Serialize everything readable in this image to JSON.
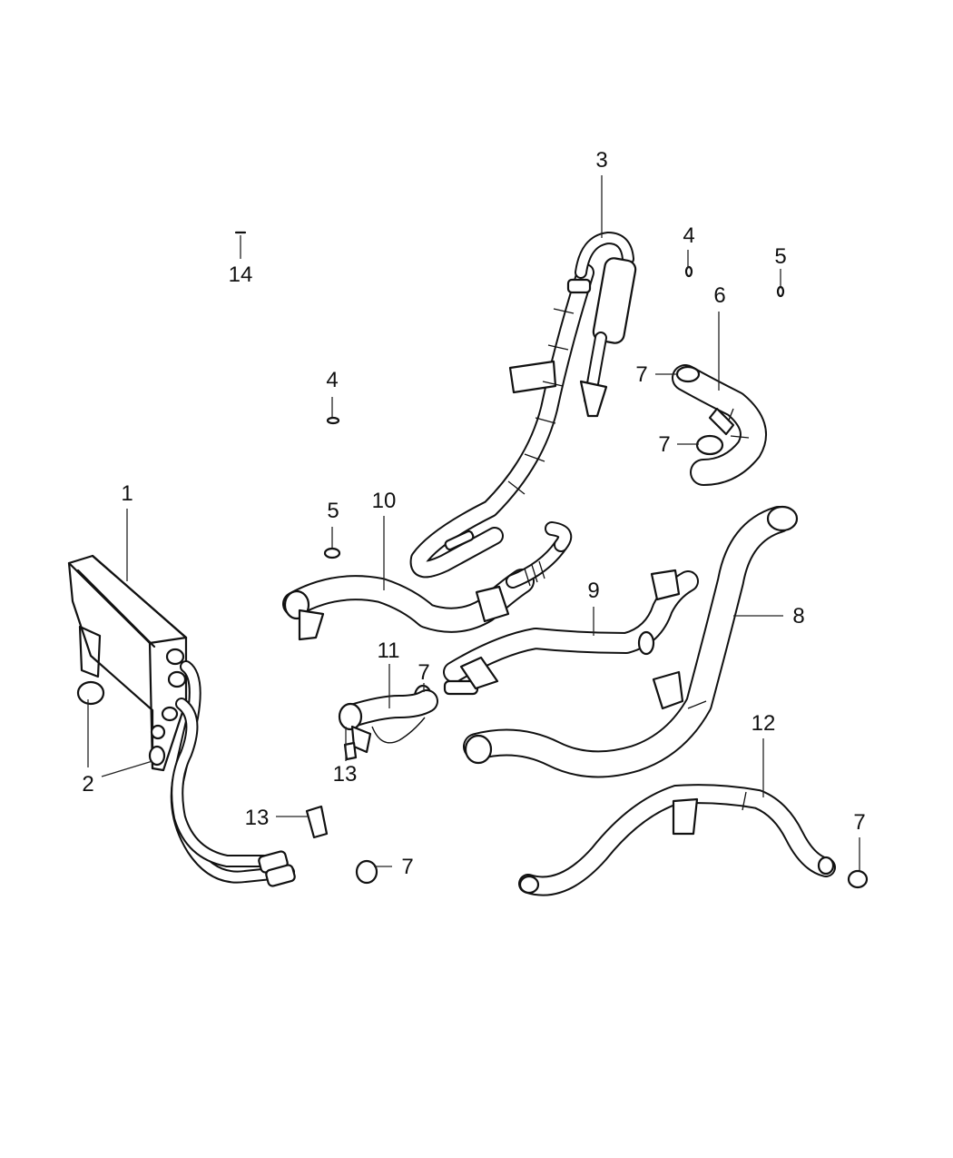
{
  "diagram": {
    "colors": {
      "line": "#111111",
      "background": "#ffffff"
    },
    "callouts": [
      {
        "id": "c1",
        "label": "1"
      },
      {
        "id": "c2",
        "label": "2"
      },
      {
        "id": "c3",
        "label": "3"
      },
      {
        "id": "c4a",
        "label": "4"
      },
      {
        "id": "c4b",
        "label": "4"
      },
      {
        "id": "c5a",
        "label": "5"
      },
      {
        "id": "c5b",
        "label": "5"
      },
      {
        "id": "c6",
        "label": "6"
      },
      {
        "id": "c7a",
        "label": "7"
      },
      {
        "id": "c7b",
        "label": "7"
      },
      {
        "id": "c7c",
        "label": "7"
      },
      {
        "id": "c7d",
        "label": "7"
      },
      {
        "id": "c7e",
        "label": "7"
      },
      {
        "id": "c8",
        "label": "8"
      },
      {
        "id": "c9",
        "label": "9"
      },
      {
        "id": "c10",
        "label": "10"
      },
      {
        "id": "c11",
        "label": "11"
      },
      {
        "id": "c12",
        "label": "12"
      },
      {
        "id": "c13a",
        "label": "13"
      },
      {
        "id": "c13b",
        "label": "13"
      },
      {
        "id": "c14",
        "label": "14"
      }
    ]
  }
}
